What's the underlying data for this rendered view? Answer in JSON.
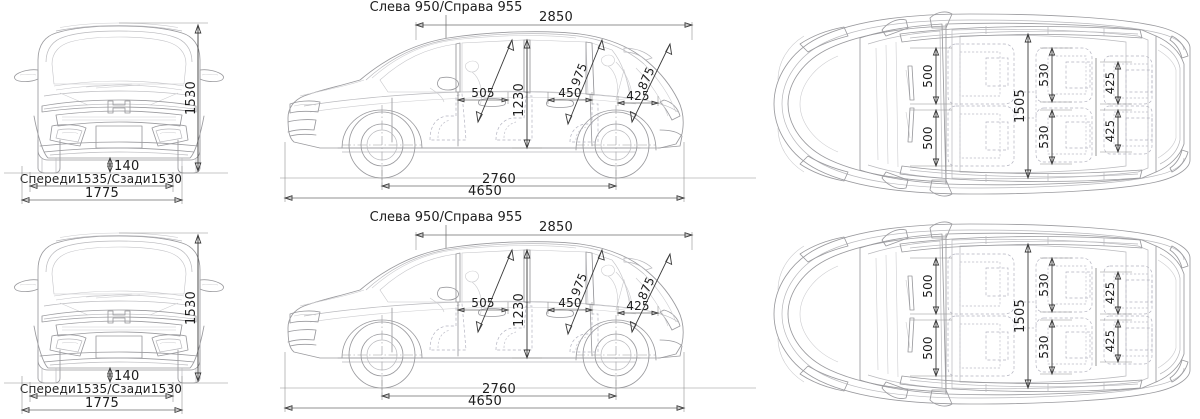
{
  "drawing": {
    "title": "Vehicle dimension drawing",
    "units": "mm",
    "views": [
      "front",
      "side",
      "top"
    ],
    "rows": 2
  },
  "front_view": {
    "name": "front-elevation",
    "dimensions": {
      "overall_height": "1530",
      "ground_clearance": "140",
      "track": "Спереди1535/Сзади1530",
      "overall_width": "1775"
    }
  },
  "side_view": {
    "name": "side-elevation",
    "header_label": "Слева 950/Справа 955",
    "dimensions": {
      "roof_span": "2850",
      "front_seat": "505",
      "cabin_height": "1230",
      "second_row": "450",
      "third_row": "425",
      "diag_975": "975",
      "diag_875": "875",
      "wheelbase": "2760",
      "overall_length": "4650"
    }
  },
  "top_view": {
    "name": "plan-view",
    "dimensions": {
      "front_left": "500",
      "front_right": "500",
      "overall_width_inner": "1505",
      "mid_top": "530",
      "mid_bottom": "530",
      "rear_top": "425",
      "rear_bottom": "425"
    }
  },
  "colors": {
    "background": "#ffffff",
    "car_line": "#9a9a9e",
    "dimension_line": "#3a3a3a",
    "seat_dashed": "#b3b3c0",
    "text": "#1d1d1d"
  }
}
